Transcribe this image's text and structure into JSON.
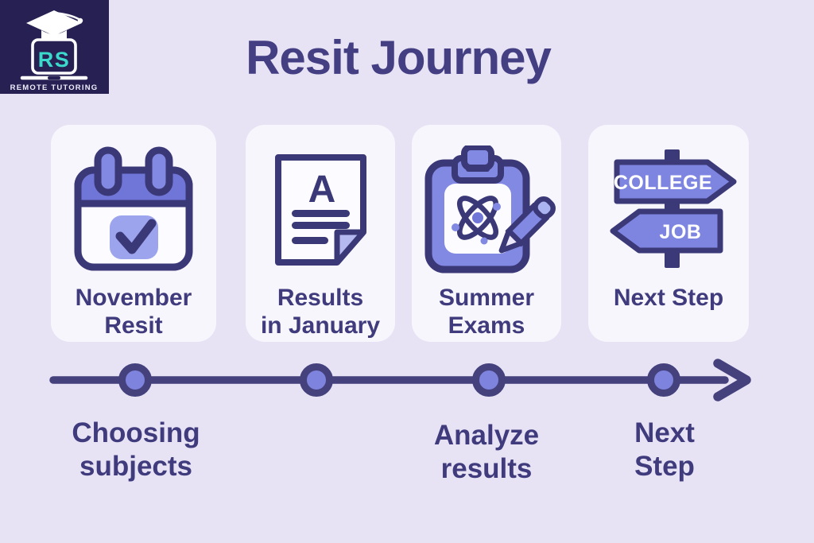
{
  "header": {
    "title": "Resit Journey"
  },
  "logo": {
    "initials": "RS",
    "name": "REMOTE TUTORING",
    "background": "#262053",
    "accent_teal": "#3bd9cb"
  },
  "cards": [
    {
      "id": "november-resit",
      "label": "November\nResit",
      "icon": "calendar-check-icon"
    },
    {
      "id": "results-january",
      "label": "Results\nin January",
      "icon": "graded-paper-icon",
      "paper_grade": "A"
    },
    {
      "id": "summer-exams",
      "label": "Summer\nExams",
      "icon": "clipboard-atom-pencil-icon"
    },
    {
      "id": "next-step",
      "label": "Next Step",
      "icon": "signpost-college-job-icon",
      "sign_top": "COLLEGE",
      "sign_bottom": "JOB"
    }
  ],
  "timeline": {
    "milestones": [
      {
        "label": "Choosing\nsubjects"
      },
      {
        "label": ""
      },
      {
        "label": "Analyze\nresults"
      },
      {
        "label": "Next\nStep"
      }
    ],
    "node_count": 4
  },
  "colors": {
    "page_background": "#e7e3f5",
    "card_background": "#f8f6fd",
    "dark_indigo": "#3b3878",
    "text_indigo": "#3f3b7d",
    "medium_purple": "#6f76d8",
    "soft_purple": "#8289e2",
    "light_purple": "#9ca4ee",
    "timeline_line": "#44417d",
    "node_fill": "#7e84dd"
  }
}
